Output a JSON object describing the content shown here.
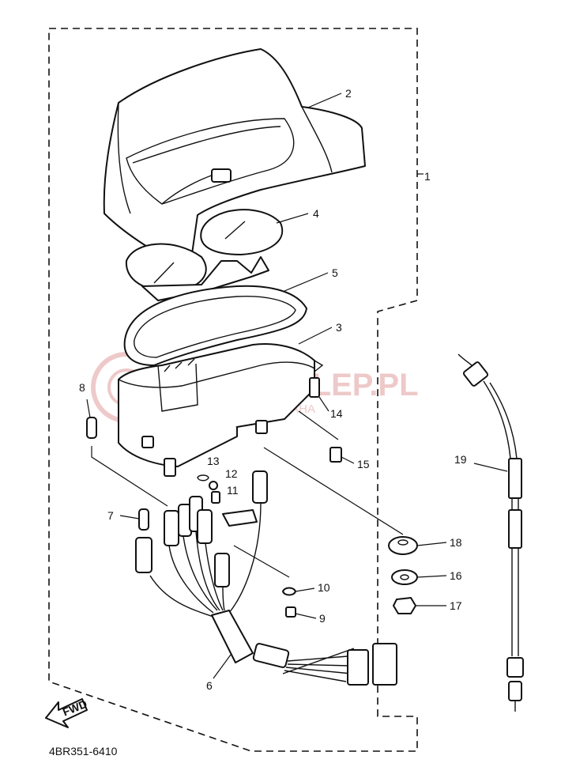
{
  "diagram_code": "4BR351-6410",
  "fwd_label": "FWD",
  "watermark": {
    "brand": "YAMASKLEP.PL",
    "tagline": "WE... DEALER YAMAHA"
  },
  "callouts": {
    "group": "1",
    "p2": "2",
    "p3": "3",
    "p4": "4",
    "p5": "5",
    "p6": "6",
    "p7": "7",
    "p8": "8",
    "p9": "9",
    "p10": "10",
    "p11": "11",
    "p12": "12",
    "p13": "13",
    "p14": "14",
    "p15": "15",
    "p16": "16",
    "p17": "17",
    "p18": "18",
    "p19": "19"
  },
  "colors": {
    "line": "#111111",
    "watermark": "#e9b8b8"
  }
}
